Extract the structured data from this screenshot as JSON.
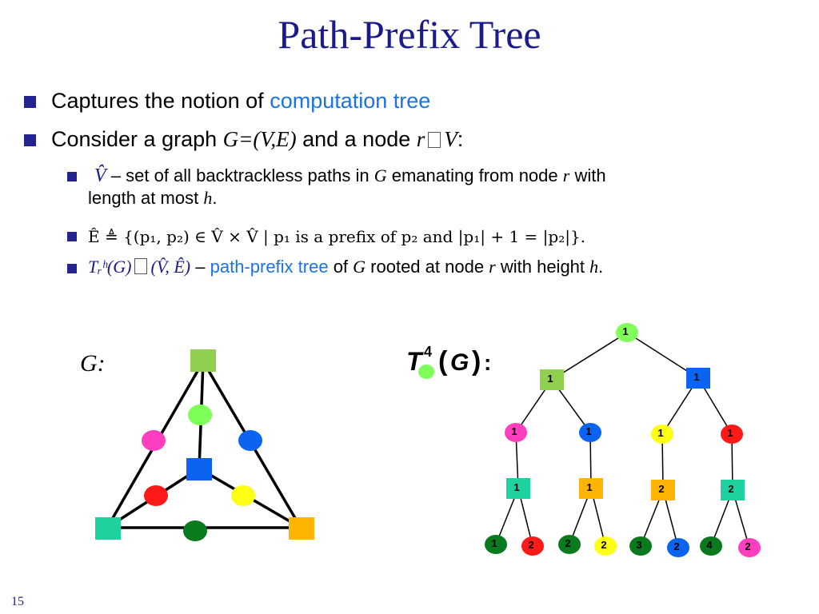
{
  "slide": {
    "title": "Path-Prefix Tree",
    "page_number": "15"
  },
  "bullets": {
    "b1_text": "Captures the notion of ",
    "b1_link": "computation tree",
    "b2_text1": "Consider a graph ",
    "b2_graph": "G=(V,E)",
    "b2_text2": " and a node ",
    "b2_r": "r",
    "b2_v": "V",
    "b2_colon": ":",
    "s1_vhat": "V̂",
    "s1_text1": " – set of all backtrackless paths in ",
    "s1_g": "G",
    "s1_text2": " emanating from node ",
    "s1_r": "r",
    "s1_text3": " with",
    "s1_line2a": "length at most ",
    "s1_h": "h",
    "s1_line2b": ".",
    "s2_formula": "Ê ≜ {(p₁, p₂) ∈ V̂ × V̂ | p₁ is a prefix of p₂ and |p₁| + 1 = |p₂|}.",
    "s3_formula_left": "Tᵣʰ(G)",
    "s3_formula_right": "(V̂, Ê)",
    "s3_dash": " – ",
    "s3_link": "path-prefix tree",
    "s3_text1": " of ",
    "s3_g": "G",
    "s3_text2": " rooted at node ",
    "s3_r": "r",
    "s3_text3": " with height ",
    "s3_h": "h",
    "s3_end": "."
  },
  "graph_label": "G:",
  "tree_label": {
    "T": "T",
    "sup": "4",
    "G": "G",
    "colon": ":"
  },
  "colors": {
    "title": "#1a1a8c",
    "link": "#1a73e8",
    "light_green": "#8fd14f",
    "bright_green": "#7fff5a",
    "magenta": "#ff3fbf",
    "blue": "#0a64f0",
    "red": "#ff1a1a",
    "yellow": "#ffff14",
    "teal": "#1ed2a0",
    "orange": "#ffb400",
    "dark_green": "#0a7a1e"
  },
  "tree_nodes": [
    {
      "label": "1",
      "shape": "circle",
      "color": "#7fff5a"
    },
    {
      "label": "1",
      "shape": "square",
      "color": "#8fd14f"
    },
    {
      "label": "1",
      "shape": "square",
      "color": "#0a64f0"
    },
    {
      "label": "1",
      "shape": "circle",
      "color": "#ff3fbf"
    },
    {
      "label": "1",
      "shape": "circle",
      "color": "#0a64f0"
    },
    {
      "label": "1",
      "shape": "circle",
      "color": "#ffff14"
    },
    {
      "label": "1",
      "shape": "circle",
      "color": "#ff1a1a"
    },
    {
      "label": "1",
      "shape": "square",
      "color": "#1ed2a0"
    },
    {
      "label": "1",
      "shape": "square",
      "color": "#ffb400"
    },
    {
      "label": "2",
      "shape": "square",
      "color": "#ffb400"
    },
    {
      "label": "2",
      "shape": "square",
      "color": "#1ed2a0"
    },
    {
      "label": "1",
      "shape": "circle",
      "color": "#0a7a1e"
    },
    {
      "label": "2",
      "shape": "circle",
      "color": "#ff1a1a"
    },
    {
      "label": "2",
      "shape": "circle",
      "color": "#0a7a1e"
    },
    {
      "label": "2",
      "shape": "circle",
      "color": "#ffff14"
    },
    {
      "label": "3",
      "shape": "circle",
      "color": "#0a7a1e"
    },
    {
      "label": "2",
      "shape": "circle",
      "color": "#0a64f0"
    },
    {
      "label": "4",
      "shape": "circle",
      "color": "#0a7a1e"
    },
    {
      "label": "2",
      "shape": "circle",
      "color": "#ff3fbf"
    }
  ]
}
